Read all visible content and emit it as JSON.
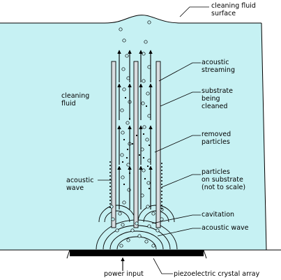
{
  "labels": {
    "cleaning_fluid_surface": "cleaning fluid\nsurface",
    "cleaning_fluid": "cleaning\nfluid",
    "acoustic_streaming": "acoustic\nstreaming",
    "substrate_being_cleaned": "substrate\nbeing\ncleaned",
    "removed_particles": "removed\nparticles",
    "acoustic_wave_left": "acoustic\nwave",
    "particles_on_substrate": "particles\non substrate\n(not to scale)",
    "cavitation": "cavitation",
    "acoustic_wave_right": "acoustic wave",
    "power_input": "power input",
    "piezoelectric_crystal_array": "piezoelectric crystal array"
  },
  "colors": {
    "fluid": "#c6f1f3",
    "substrate": "#d8dde0",
    "line": "#000000",
    "background": "#ffffff"
  }
}
